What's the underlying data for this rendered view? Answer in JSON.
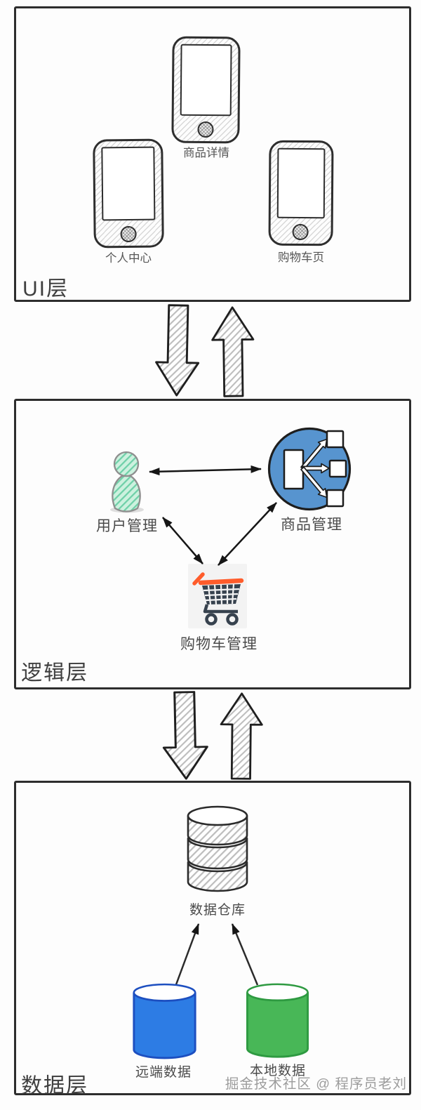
{
  "ui_layer": {
    "title": "UI层",
    "phones": [
      {
        "label": "商品详情"
      },
      {
        "label": "个人中心"
      },
      {
        "label": "购物车页"
      }
    ]
  },
  "logic_layer": {
    "title": "逻辑层",
    "nodes": {
      "user": {
        "label": "用户管理"
      },
      "product": {
        "label": "商品管理"
      },
      "cart": {
        "label": "购物车管理"
      }
    }
  },
  "data_layer": {
    "title": "数据层",
    "warehouse": {
      "label": "数据仓库"
    },
    "sources": {
      "remote": {
        "label": "远端数据"
      },
      "local": {
        "label": "本地数据"
      }
    }
  },
  "watermark": "掘金技术社区 @ 程序员老刘",
  "colors": {
    "outline": "#2d2d2d",
    "label": "#4f4f4f",
    "hatch_gray": "#c3c3c3",
    "person_fill": "#c9f0de",
    "person_hatch": "#6ed0a8",
    "product_circle_blue": "#5794cf",
    "cart_body_dark": "#37424e",
    "cart_accent_orange": "#ff5c2b",
    "remote_cylinder_blue": "#2d7ce4",
    "local_cylinder_green": "#48b757",
    "watermark_gray": "#9c9c9c"
  }
}
